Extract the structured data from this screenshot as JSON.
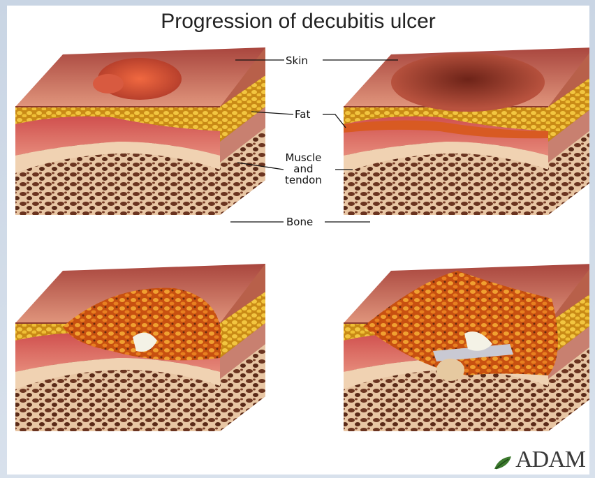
{
  "title": "Progression of decubitis ulcer",
  "labels": {
    "skin": "Skin",
    "fat": "Fat",
    "muscle_line1": "Muscle",
    "muscle_line2": "and",
    "muscle_line3": "tendon",
    "bone": "Bone"
  },
  "logo": {
    "text": "ADAM"
  },
  "colors": {
    "skin": "#c8624f",
    "fat": "#e8b030",
    "muscle": "#d65a5a",
    "tendon": "#c9c9d3",
    "bone": "#6a3a26",
    "wound": "#e07020"
  }
}
